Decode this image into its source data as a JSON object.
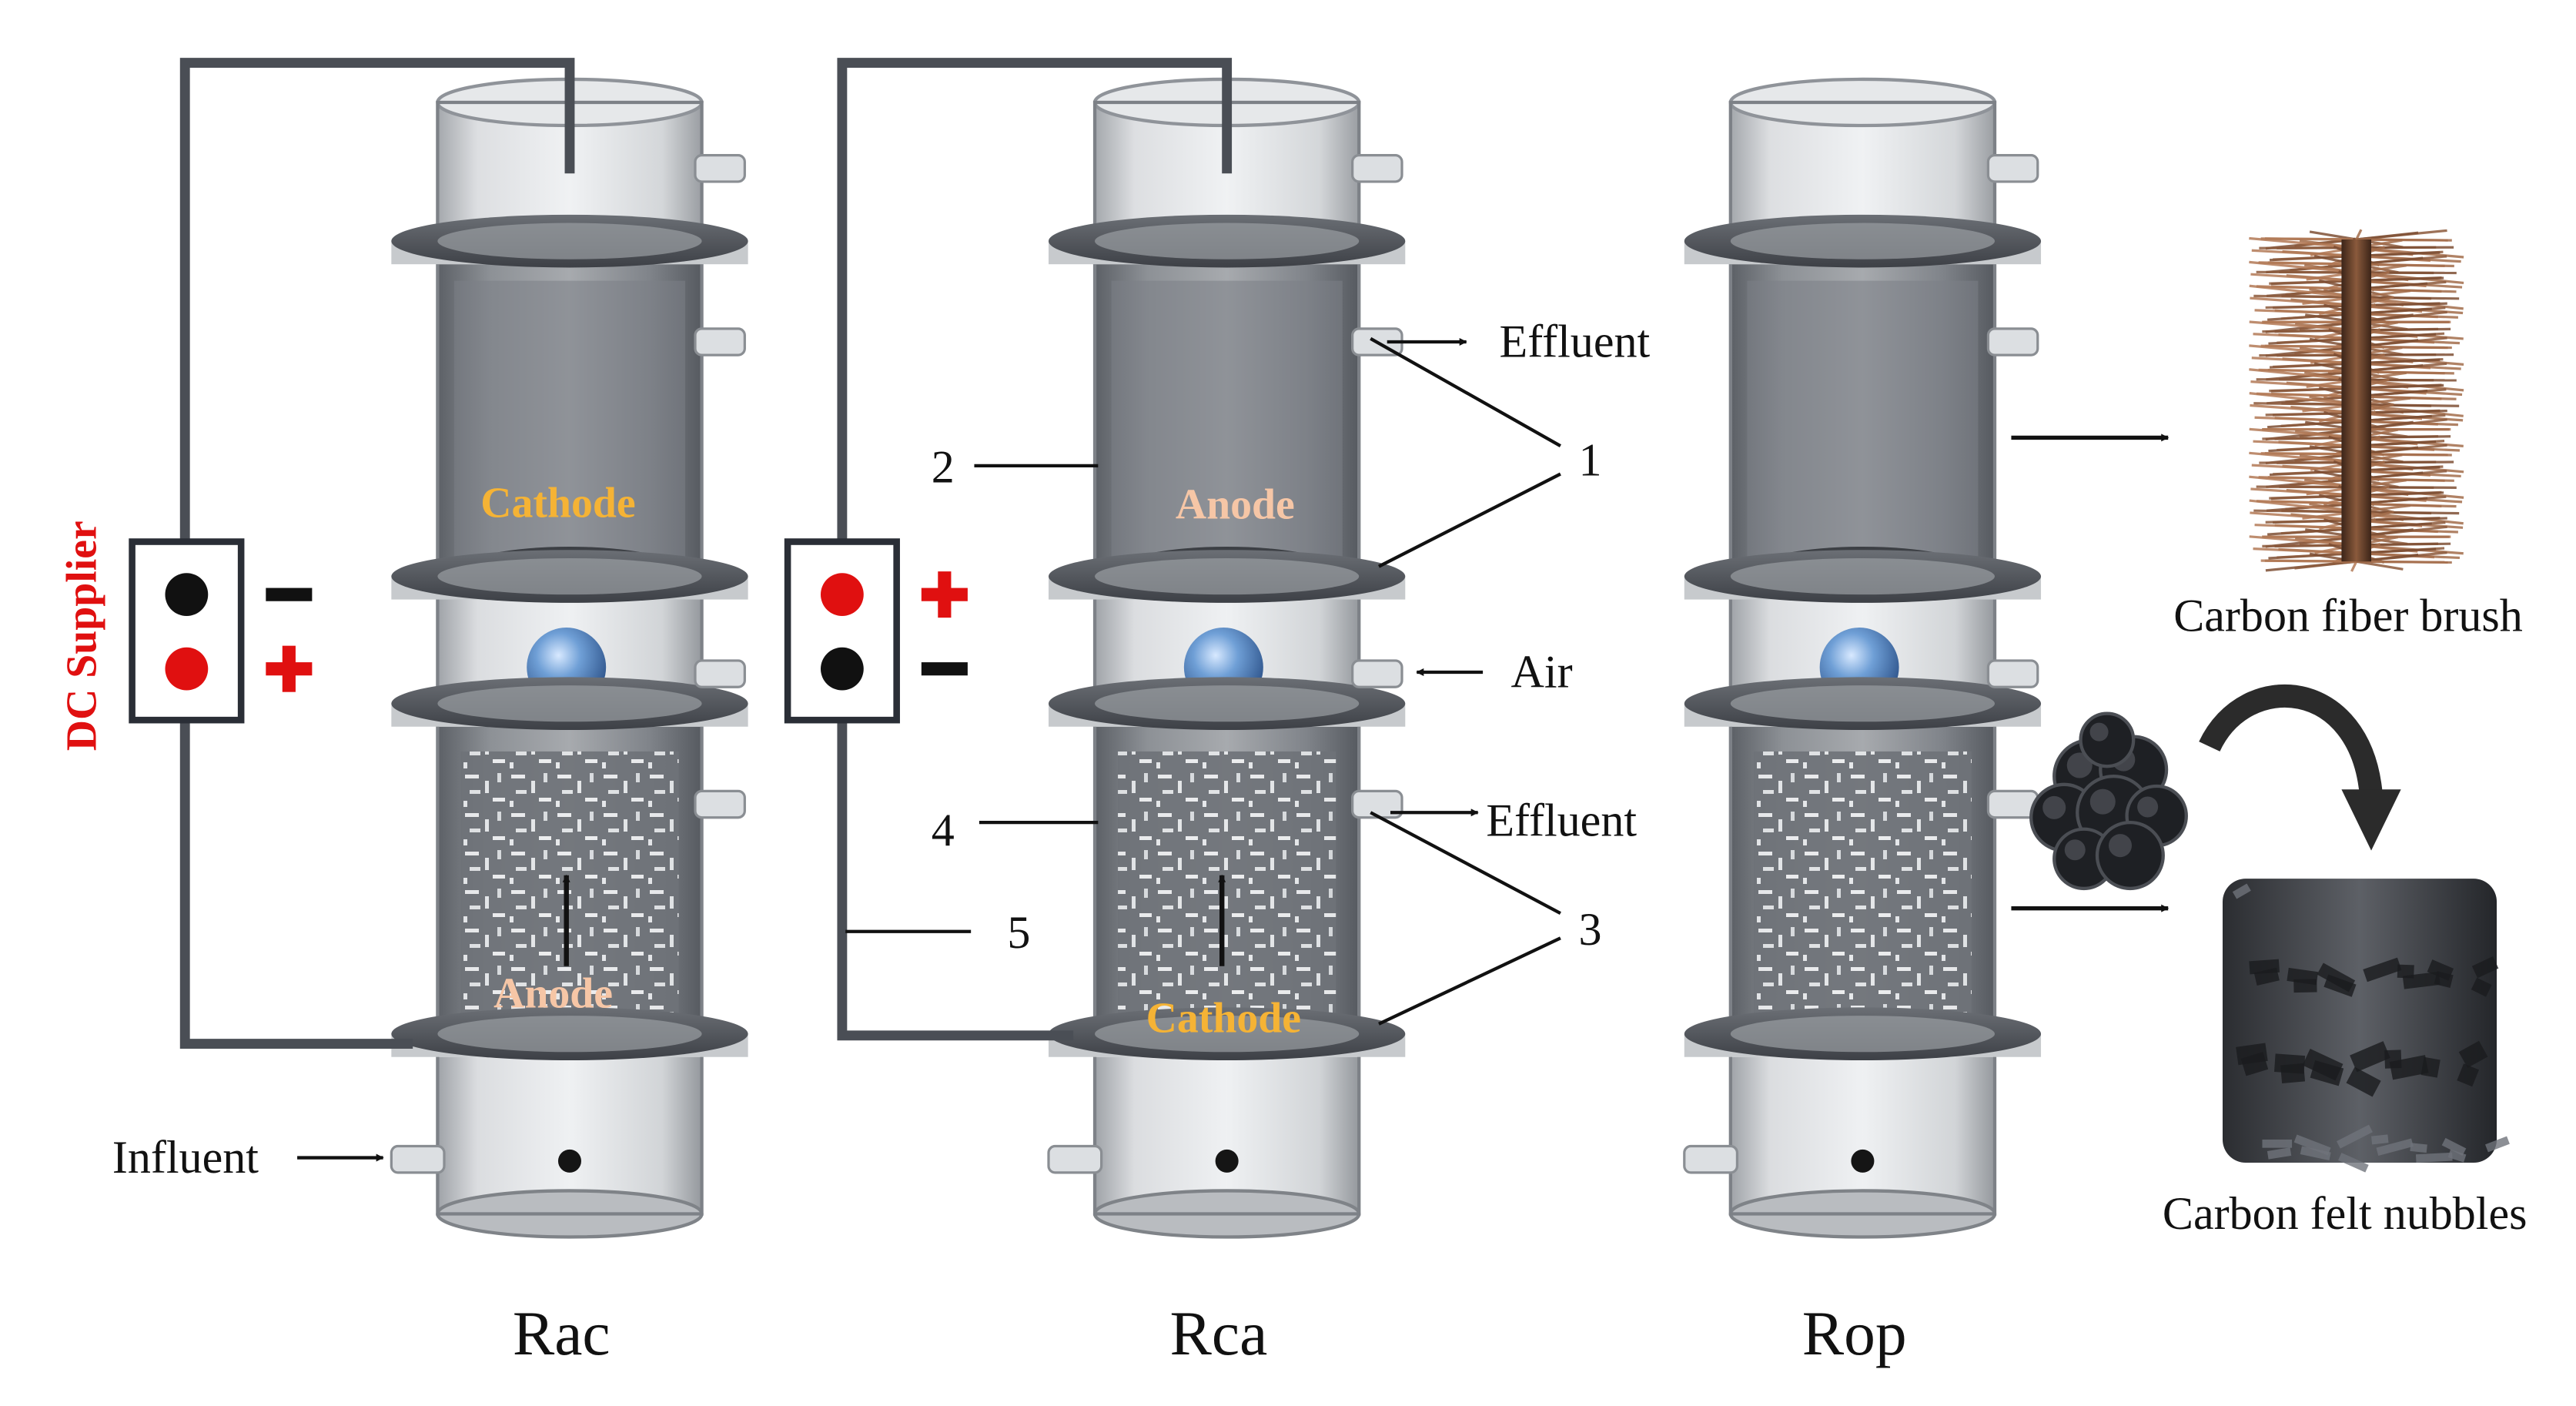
{
  "power_supply": {
    "label": "DC Supplier"
  },
  "reactors": [
    {
      "name": "Rac",
      "upper_electrode": "Cathode",
      "lower_electrode": "Anode",
      "top_terminal": "-",
      "bottom_terminal": "+"
    },
    {
      "name": "Rca",
      "upper_electrode": "Anode",
      "lower_electrode": "Cathode",
      "top_terminal": "+",
      "bottom_terminal": "-"
    },
    {
      "name": "Rop"
    }
  ],
  "flows": {
    "influent": "Influent",
    "effluent_upper": "Effluent",
    "effluent_lower": "Effluent",
    "air": "Air"
  },
  "callouts": [
    "1",
    "2",
    "3",
    "4",
    "5"
  ],
  "materials": {
    "brush": "Carbon fiber brush",
    "felt": "Carbon felt nubbles"
  },
  "colors": {
    "wire": "#4a4e55",
    "terminal_red": "#e01010",
    "cathode_label": "#f5b335",
    "anode_label": "#f6c6a6"
  }
}
